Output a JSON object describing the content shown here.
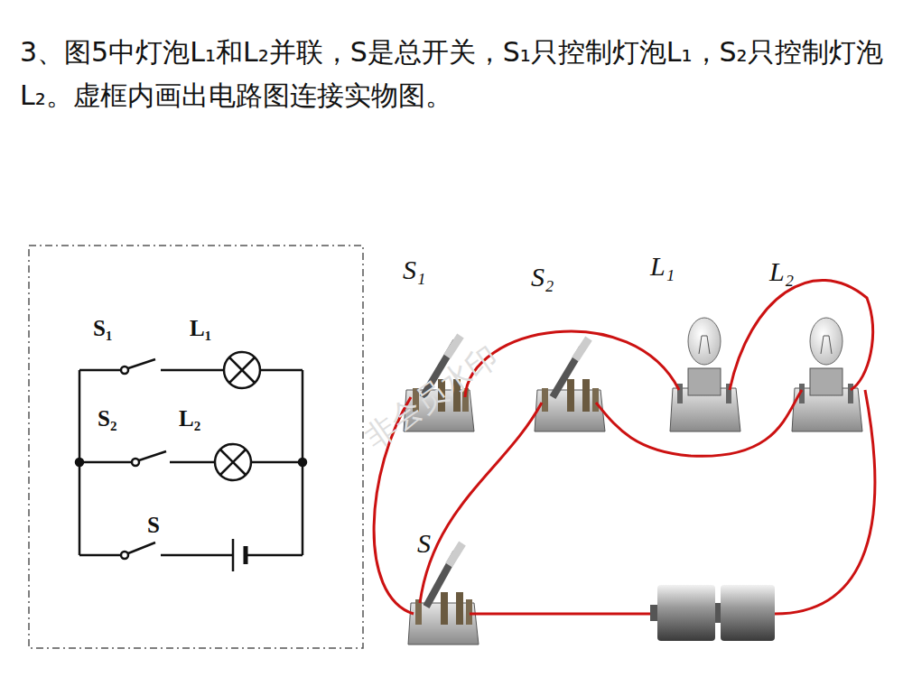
{
  "diagram": {
    "title": "3、图5中灯泡L₁和L₂并联，S是总开关，S₁只控制灯泡L₁，S₂只控制灯泡L₂。虚框内画出电路图连接实物图。",
    "labels": [
      "S₁",
      "L₁",
      "S₂",
      "L₂",
      "S",
      "S₁",
      "S₂",
      "L₁",
      "L₂",
      "S",
      "非会员水印"
    ]
  }
}
